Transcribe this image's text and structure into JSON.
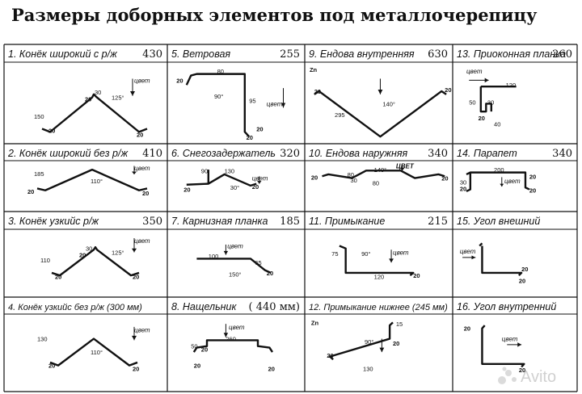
{
  "title": "Размеры доборных элементов под металлочерепицу",
  "cells": [
    {
      "header": "1. Конёк широкий с р/ж",
      "price": "430",
      "labels": [
        "30",
        "20",
        "125°",
        "150",
        "20",
        "20",
        "цвет"
      ]
    },
    {
      "header": "5. Ветровая",
      "price": "255",
      "labels": [
        "80",
        "20",
        "90°",
        "95",
        "20",
        "20",
        "цвет"
      ]
    },
    {
      "header": "9. Ендова внутренняя",
      "price": "630",
      "labels": [
        "Zn",
        "140°",
        "295",
        "20",
        "20"
      ]
    },
    {
      "header": "13. Приоконная планка",
      "price": "260",
      "labels": [
        "120",
        "50",
        "30",
        "20",
        "40",
        "цвет"
      ]
    },
    {
      "header": "2. Конёк широкий без р/ж",
      "price": "410",
      "labels": [
        "185",
        "110°",
        "20",
        "20",
        "цвет"
      ]
    },
    {
      "header": "6. Снегозадержатель",
      "price": "320",
      "labels": [
        "90",
        "130",
        "30°",
        "20",
        "20",
        "цвет"
      ]
    },
    {
      "header": "10. Ендова наружняя",
      "price": "340",
      "labels": [
        "ЦВЕТ",
        "140°",
        "80",
        "80",
        "30",
        "20",
        "20"
      ]
    },
    {
      "header": "14. Парапет",
      "price": "340",
      "labels": [
        "200",
        "30",
        "20",
        "20",
        "20",
        "цвет"
      ]
    },
    {
      "header": "3. Конёк узкийс р/ж",
      "price": "350",
      "labels": [
        "30",
        "20",
        "125°",
        "110",
        "20",
        "20",
        "цвет"
      ]
    },
    {
      "header": "7. Карнизная планка",
      "price": "185",
      "labels": [
        "100",
        "65",
        "150°",
        "20",
        "цвет"
      ]
    },
    {
      "header": "11. Примыкание",
      "price": "215",
      "labels": [
        "75",
        "90°",
        "120",
        "20",
        "цвет"
      ]
    },
    {
      "header": "15. Угол внешний",
      "price": "",
      "labels": [
        "20",
        "20",
        "цвет"
      ]
    },
    {
      "header": "4. Конёк узкийс без р/ж (300 мм)",
      "price": "",
      "labels": [
        "130",
        "110°",
        "20",
        "20",
        "цвет"
      ]
    },
    {
      "header": "8. Нащельник",
      "price": "( 440 мм)",
      "labels": [
        "50",
        "20",
        "260",
        "20",
        "20",
        "цвет"
      ]
    },
    {
      "header": "12. Примыкание нижнее (245 мм)",
      "price": "",
      "labels": [
        "Zn",
        "90°",
        "20",
        "130",
        "20",
        "15"
      ]
    },
    {
      "header": "16. Угол внутренний",
      "price": "",
      "labels": [
        "20",
        "20",
        "цвет"
      ]
    }
  ],
  "watermark": "Avito"
}
